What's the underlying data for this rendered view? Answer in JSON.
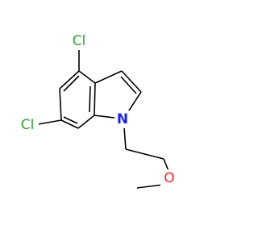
{
  "molecule": {
    "atoms": {
      "cl_top": {
        "label": "Cl",
        "color": "#2ea02e"
      },
      "cl_left": {
        "label": "Cl",
        "color": "#2ea02e"
      },
      "n1": {
        "label": "N",
        "color": "#1f1fff"
      },
      "o1": {
        "label": "O",
        "color": "#ff1f1f"
      }
    }
  }
}
